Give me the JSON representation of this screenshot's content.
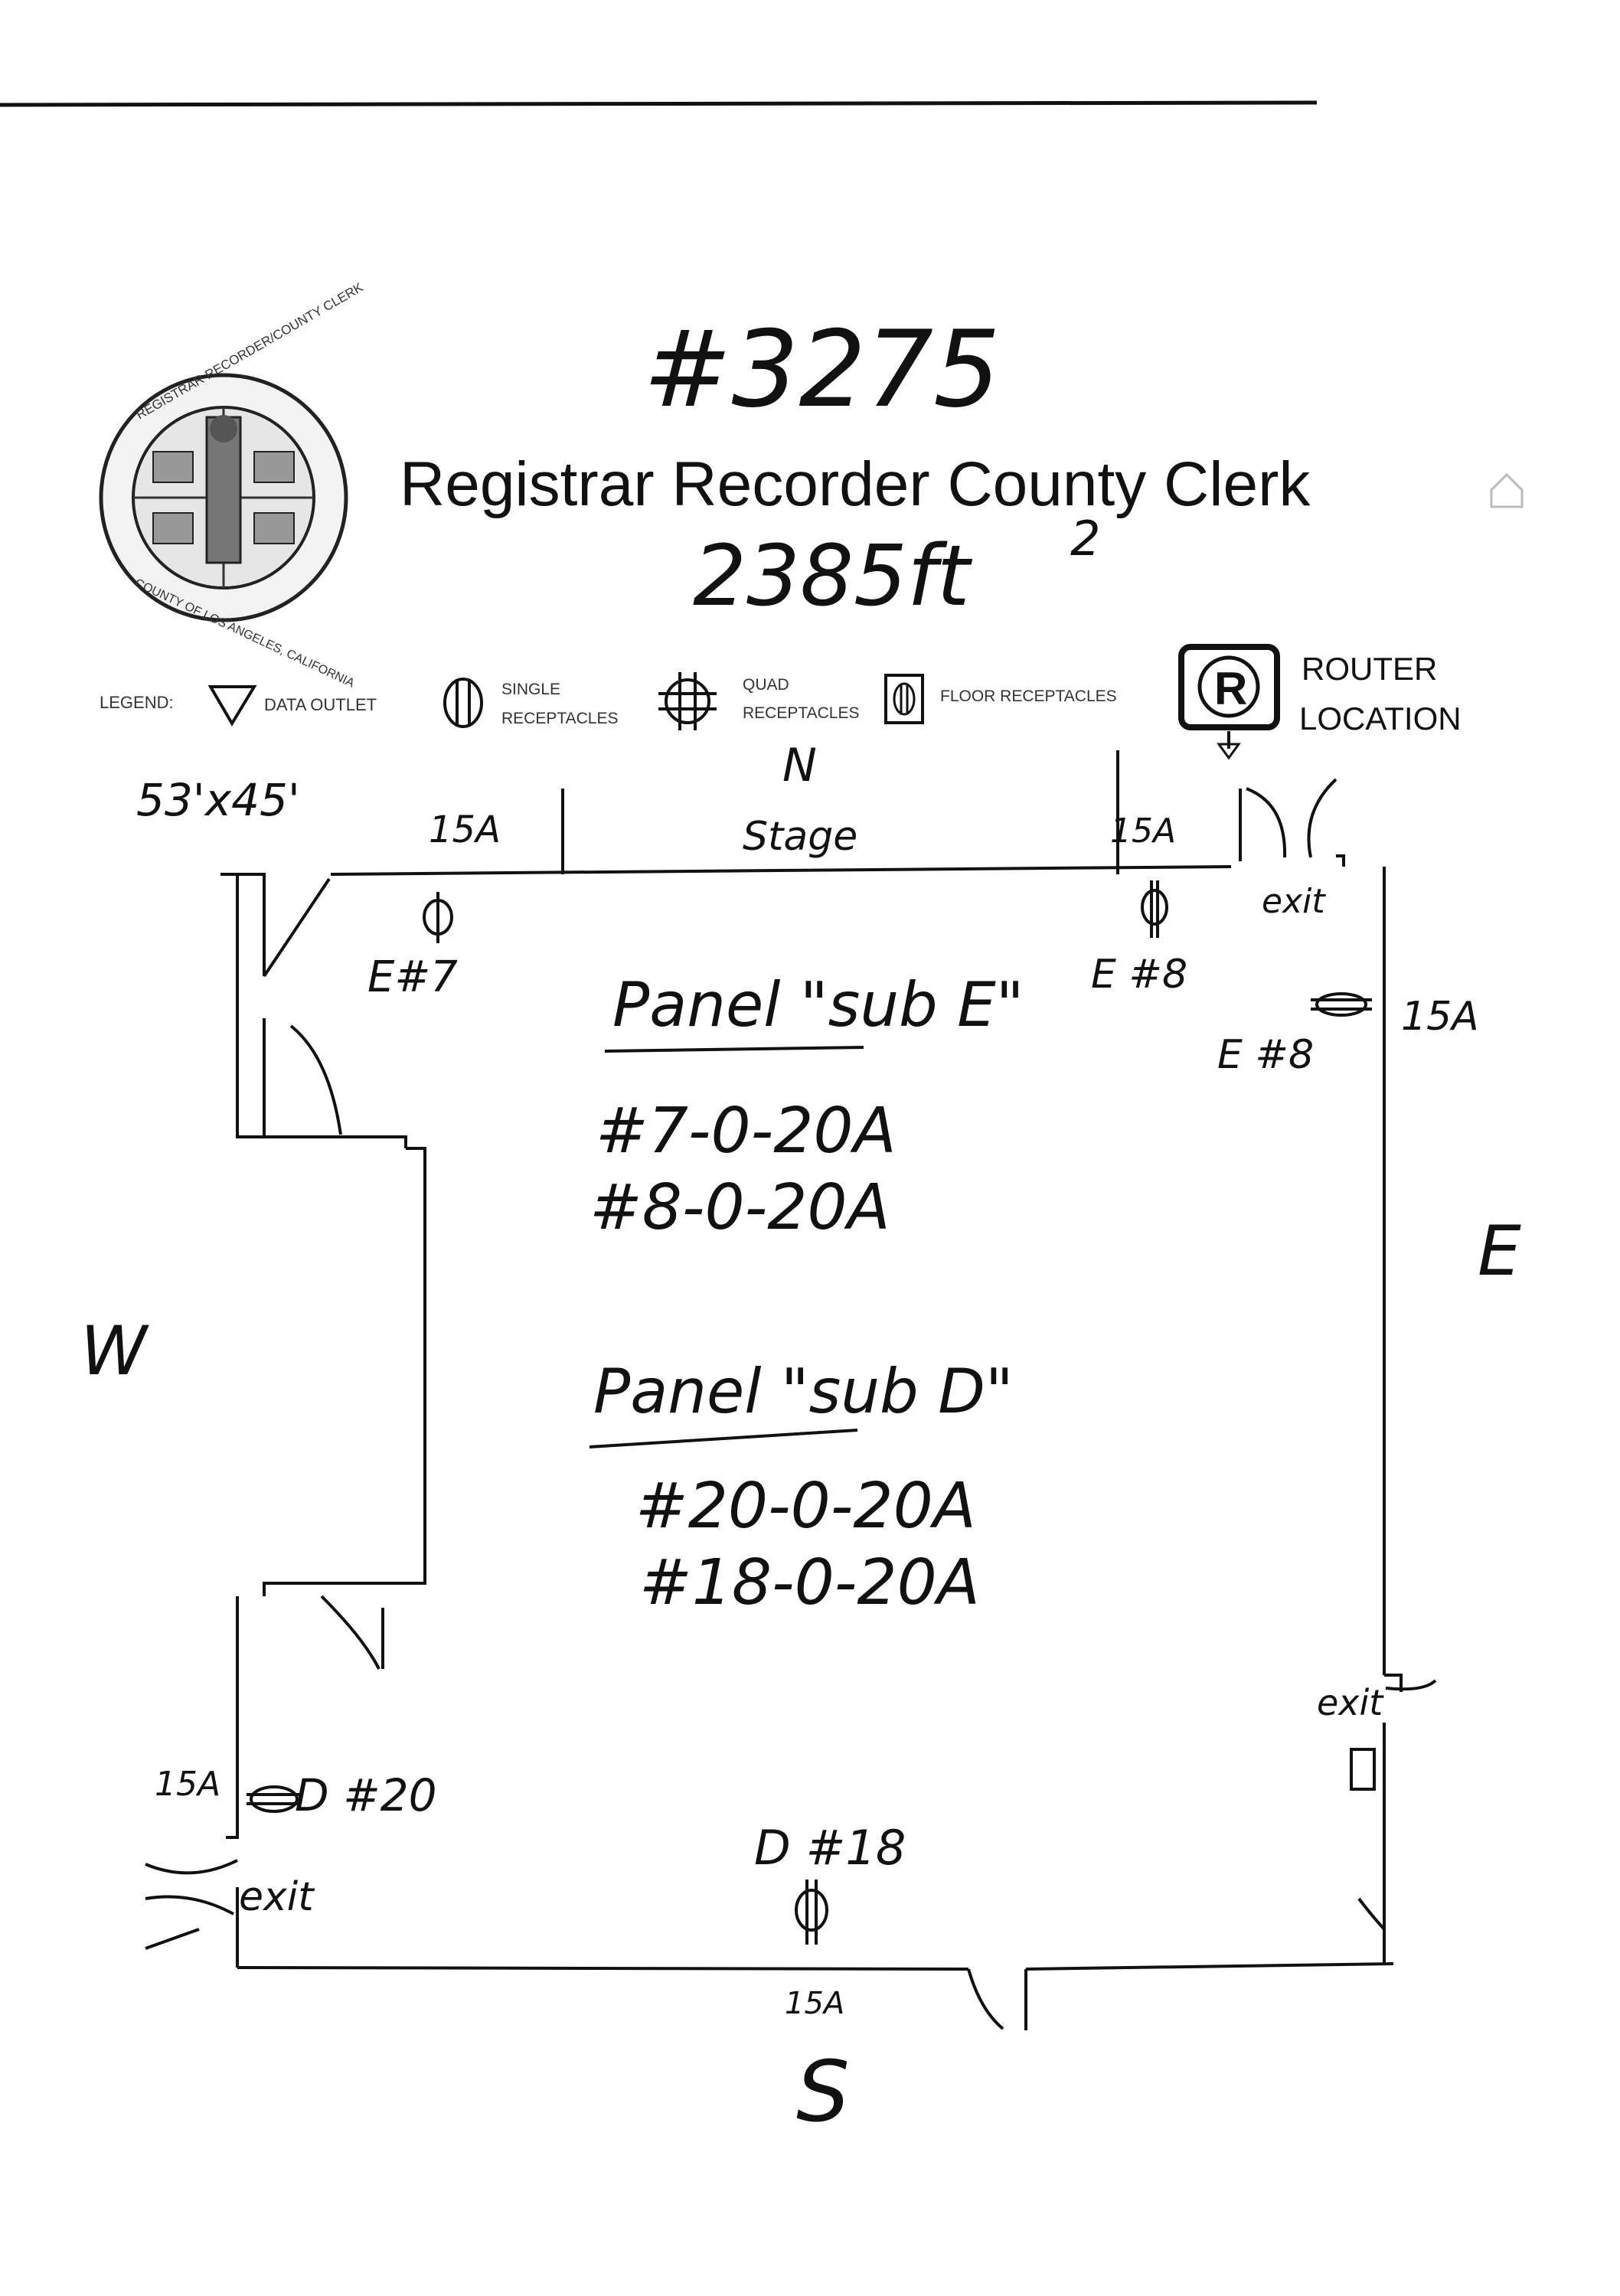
{
  "header": {
    "handwritten_id": "#3275",
    "title": "Registrar Recorder County Clerk",
    "area": "2385ft",
    "area_superscript": "2",
    "seal_top_text": "REGISTRAR RECORDER/COUNTY CLERK",
    "seal_bottom_text": "COUNTY OF LOS ANGELES, CALIFORNIA"
  },
  "legend": {
    "label": "LEGEND:",
    "data_outlet": "DATA OUTLET",
    "single_1": "SINGLE",
    "single_2": "RECEPTACLES",
    "quad_1": "QUAD",
    "quad_2": "RECEPTACLES",
    "floor": "FLOOR RECEPTACLES",
    "router_letter": "R",
    "router_1": "ROUTER",
    "router_2": "LOCATION"
  },
  "annotations": {
    "dimensions": "53'x45'",
    "north": "N",
    "stage": "Stage",
    "amp_top_left": "15A",
    "amp_top_right": "15A",
    "amp_right": "15A",
    "amp_left": "15A",
    "amp_bottom": "15A",
    "exit_top_right": "exit",
    "exit_right": "exit",
    "exit_bottom_left": "exit",
    "e7": "E#7",
    "e8_top": "E #8",
    "e8_right": "E #8",
    "d20": "D #20",
    "d18": "D #18",
    "west": "W",
    "east": "E",
    "south": "S",
    "panel_e_title": "Panel \"sub E\"",
    "panel_e_line1": "#7-0-20A",
    "panel_e_line2": "#8-0-20A",
    "panel_d_title": "Panel \"sub D\"",
    "panel_d_line1": "#20-0-20A",
    "panel_d_line2": "#18-0-20A"
  }
}
